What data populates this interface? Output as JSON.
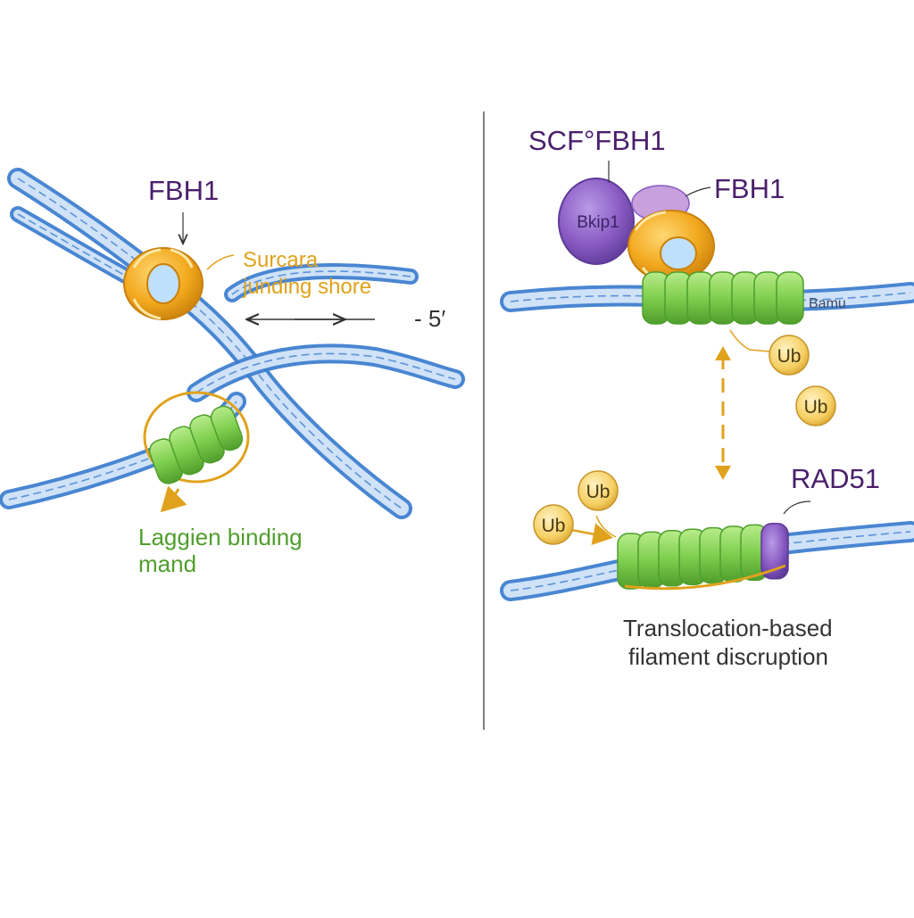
{
  "left_panel": {
    "fbh1_label": "FBH1",
    "orange_label_line1": "Surcara",
    "orange_label_line2": "junding shore",
    "direction_label": "- 5′",
    "green_label_line1": "Laggien binding",
    "green_label_line2": "mand"
  },
  "right_panel": {
    "scf_label": "SCF°FBH1",
    "fbh1_label": "FBH1",
    "skp1_label": "Bkip1",
    "dna_label": "Bamu",
    "ub_labels": [
      "Ub",
      "Ub",
      "Ub",
      "Ub"
    ],
    "rad51_label": "RAD51",
    "caption_line1": "Translocation-based",
    "caption_line2": "filament discruption"
  },
  "colors": {
    "dna": "#3f7fd0",
    "dna_light": "#cfe2f7",
    "fbh1": "#f2a81d",
    "rad51": "#7fcf4f",
    "skp1": "#8a5cc4",
    "ub": "#f5cf62",
    "text_purple": "#4a1f6b",
    "text_orange": "#e0a21c",
    "text_green": "#4f9e2c"
  }
}
